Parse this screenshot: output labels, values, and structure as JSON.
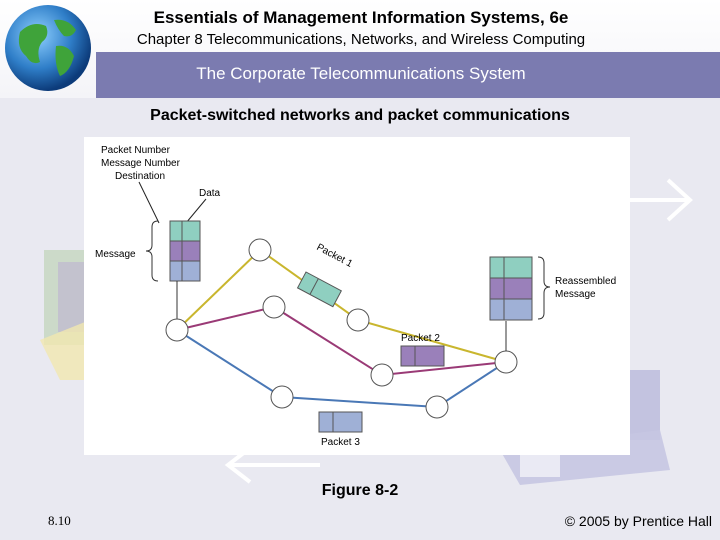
{
  "header": {
    "title": "Essentials of Management Information Systems, 6e",
    "subtitle": "Chapter 8 Telecommunications, Networks, and Wireless Computing",
    "section": "The Corporate Telecommunications System"
  },
  "slide": {
    "heading": "Packet-switched networks and packet communications",
    "caption": "Figure 8-2",
    "number": "8.10",
    "copyright": "© 2005 by Prentice Hall"
  },
  "figure": {
    "labels": {
      "packet_number": "Packet Number",
      "message_number": "Message Number",
      "destination": "Destination",
      "data": "Data",
      "message": "Message",
      "reassembled_1": "Reassembled",
      "reassembled_2": "Message",
      "packet1": "Packet 1",
      "packet2": "Packet 2",
      "packet3": "Packet 3"
    },
    "colors": {
      "teal": "#8fcfc0",
      "purple": "#9a80ba",
      "blue": "#9fb0d6",
      "yellow_path": "#c9b62e",
      "purple_path": "#9a3a76",
      "blue_path": "#4a78b6",
      "band": "#7b7bb0"
    }
  }
}
